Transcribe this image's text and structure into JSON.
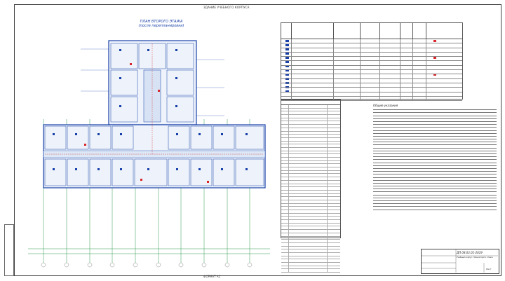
{
  "sheet": {
    "top_title": "ЗДАНИЕ УЧЕБНОГО КОРПУСА",
    "bottom_title": "ФОРМАТ А1",
    "plan_title_line1": "ПЛАН ВТОРОГО ЭТАЖА",
    "plan_title_line2": "(после перепланировки)"
  },
  "notes": {
    "title": "Общие указания"
  },
  "stamp": {
    "code": "ДП 08.03.01-2019",
    "name": "Учебный корпус. План второго этажа",
    "sheet_label": "Лист"
  },
  "colors": {
    "ink": "#1840a8",
    "accent": "#d8262c",
    "frame": "#444444"
  }
}
